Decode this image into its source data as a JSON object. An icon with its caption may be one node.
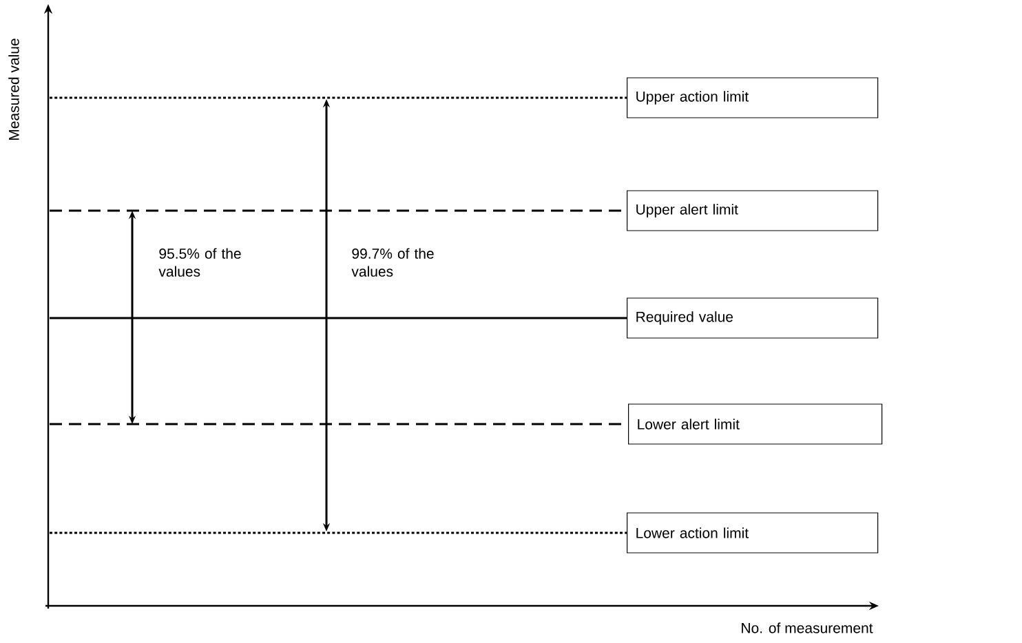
{
  "diagram": {
    "nodes": [
      {
        "text": [
          "Upper action limit"
        ]
      },
      {
        "text": [
          "Upper alert limit"
        ]
      },
      {
        "text": [
          "Required value"
        ]
      },
      {
        "text": [
          "Lower alert limit"
        ]
      },
      {
        "text": [
          "Lower action limit"
        ]
      }
    ],
    "edges": [
      {
        "from": null,
        "to": 0,
        "arrow": "none",
        "style": "dashed"
      },
      {
        "from": null,
        "to": 1,
        "arrow": "none",
        "style": "dashed"
      },
      {
        "from": null,
        "to": 2,
        "arrow": "none"
      },
      {
        "from": null,
        "to": 3,
        "arrow": "none",
        "style": "dashed"
      },
      {
        "from": null,
        "to": 4,
        "arrow": "none",
        "style": "dashed"
      }
    ],
    "labels": [
      "Measured value",
      "95.5% of the values",
      "99.7% of the values",
      "No. of measurement"
    ]
  }
}
